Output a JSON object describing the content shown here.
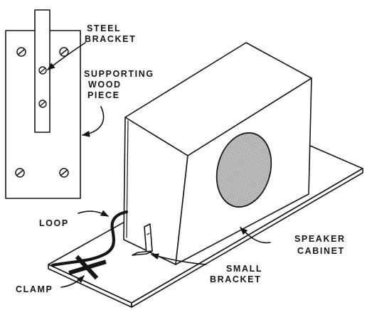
{
  "labels": {
    "steel_bracket_1": "STEEL",
    "steel_bracket_2": "BRACKET",
    "supporting_1": "SUPPORTING",
    "supporting_2": "WOOD",
    "supporting_3": "PIECE",
    "loop": "LOOP",
    "speaker_1": "SPEAKER",
    "speaker_2": "CABINET",
    "small_1": "SMALL",
    "small_2": "BRACKET",
    "clamp": "CLAMP"
  },
  "colors": {
    "ink": "#151515",
    "paper": "#ffffff",
    "speaker_cone": "#b8b8b8"
  }
}
